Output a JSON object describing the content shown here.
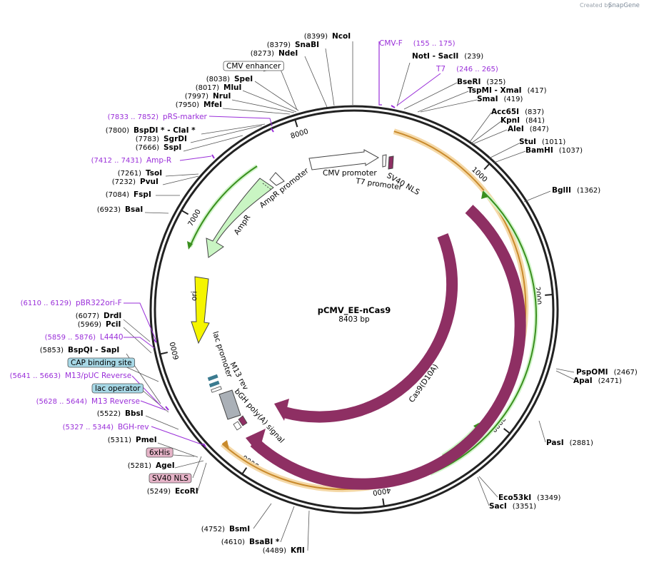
{
  "credit": {
    "prefix": "Created by",
    "brand": "SnapGene"
  },
  "plasmid": {
    "name": "pCMV_EE-nCas9",
    "size_label": "8403 bp",
    "length": 8403
  },
  "ticks": [
    {
      "bp": 1000,
      "label": "1000"
    },
    {
      "bp": 2000,
      "label": "2000"
    },
    {
      "bp": 3000,
      "label": "3000"
    },
    {
      "bp": 4000,
      "label": "4000"
    },
    {
      "bp": 5000,
      "label": "5000"
    },
    {
      "bp": 6000,
      "label": "6000"
    },
    {
      "bp": 7000,
      "label": "7000"
    },
    {
      "bp": 8000,
      "label": "8000"
    }
  ],
  "enzymes": [
    {
      "pos": "(8399)",
      "name": "NcoI"
    },
    {
      "pos": "(8379)",
      "name": "SnaBI"
    },
    {
      "pos": "(8273)",
      "name": "NdeI"
    },
    {
      "pos": "(8038)",
      "name": "SpeI"
    },
    {
      "pos": "(8017)",
      "name": "MluI"
    },
    {
      "pos": "(7997)",
      "name": "NruI"
    },
    {
      "pos": "(7950)",
      "name": "MfeI"
    },
    {
      "pos": "(7800)",
      "name": "BspDI * - ClaI *"
    },
    {
      "pos": "(7783)",
      "name": "SgrDI"
    },
    {
      "pos": "(7666)",
      "name": "SspI"
    },
    {
      "pos": "(7261)",
      "name": "TsoI"
    },
    {
      "pos": "(7232)",
      "name": "PvuI"
    },
    {
      "pos": "(7084)",
      "name": "FspI"
    },
    {
      "pos": "(6923)",
      "name": "BsaI"
    },
    {
      "pos": "(6077)",
      "name": "DrdI"
    },
    {
      "pos": "(5969)",
      "name": "PciI"
    },
    {
      "pos": "(5853)",
      "name": "BspQI - SapI"
    },
    {
      "pos": "(5522)",
      "name": "BbsI"
    },
    {
      "pos": "(5311)",
      "name": "PmeI"
    },
    {
      "pos": "(5281)",
      "name": "AgeI"
    },
    {
      "pos": "(5249)",
      "name": "EcoRI"
    },
    {
      "pos": "(4752)",
      "name": "BsmI"
    },
    {
      "pos": "(4610)",
      "name": "BsaBI *"
    },
    {
      "pos": "(4489)",
      "name": "KflI"
    },
    {
      "pos": "(239)",
      "name": "NotI - SacII"
    },
    {
      "pos": "(325)",
      "name": "BseRI"
    },
    {
      "pos": "(417)",
      "name": "TspMI - XmaI"
    },
    {
      "pos": "(419)",
      "name": "SmaI"
    },
    {
      "pos": "(837)",
      "name": "Acc65I"
    },
    {
      "pos": "(841)",
      "name": "KpnI"
    },
    {
      "pos": "(847)",
      "name": "AleI"
    },
    {
      "pos": "(1011)",
      "name": "StuI"
    },
    {
      "pos": "(1037)",
      "name": "BamHI"
    },
    {
      "pos": "(1362)",
      "name": "BglII"
    },
    {
      "pos": "(2467)",
      "name": "PspOMI"
    },
    {
      "pos": "(2471)",
      "name": "ApaI"
    },
    {
      "pos": "(2881)",
      "name": "PasI"
    },
    {
      "pos": "(3349)",
      "name": "Eco53kI"
    },
    {
      "pos": "(3351)",
      "name": "SacI"
    }
  ],
  "primers": [
    {
      "name": "CMV-F",
      "range": "(155 .. 175)"
    },
    {
      "name": "T7",
      "range": "(246 .. 265)"
    },
    {
      "name": "pRS-marker",
      "range": "(7833 .. 7852)"
    },
    {
      "name": "Amp-R",
      "range": "(7412 .. 7431)"
    },
    {
      "name": "pBR322ori-F",
      "range": "(6110 .. 6129)"
    },
    {
      "name": "L4440",
      "range": "(5859 .. 5876)"
    },
    {
      "name": "M13/pUC Reverse",
      "range": "(5641 .. 5663)"
    },
    {
      "name": "M13 Reverse",
      "range": "(5628 .. 5644)"
    },
    {
      "name": "BGH-rev",
      "range": "(5327 .. 5344)"
    }
  ],
  "boxed_features": [
    {
      "name": "CMV enhancer"
    },
    {
      "name": "CAP binding site"
    },
    {
      "name": "lac operator"
    },
    {
      "name": "6xHis"
    },
    {
      "name": "SV40 NLS"
    }
  ],
  "features": {
    "cmv_promoter": "CMV promoter",
    "t7_promoter": "T7 promoter",
    "sv40_nls": "SV40 NLS",
    "ampr": "AmpR",
    "ampr_promoter": "AmpR promoter",
    "ori": "ori",
    "lac_promoter": "lac promoter",
    "m13_rev": "M13 rev",
    "bgh": "bGH poly(A) signal",
    "cas9_d10a": "Cas9(D10A)",
    "cas9": "Cas9"
  },
  "colors": {
    "cas9": "#8e2f63",
    "ampr": "#c9f5c3",
    "ori": "#f5f500",
    "orf_green": "#3a8f1e",
    "orf_orange": "#e0a85a",
    "primer": "#9a2fd9",
    "boxed_blue": "#a7d8e6",
    "boxed_pink": "#e6b4c8"
  }
}
